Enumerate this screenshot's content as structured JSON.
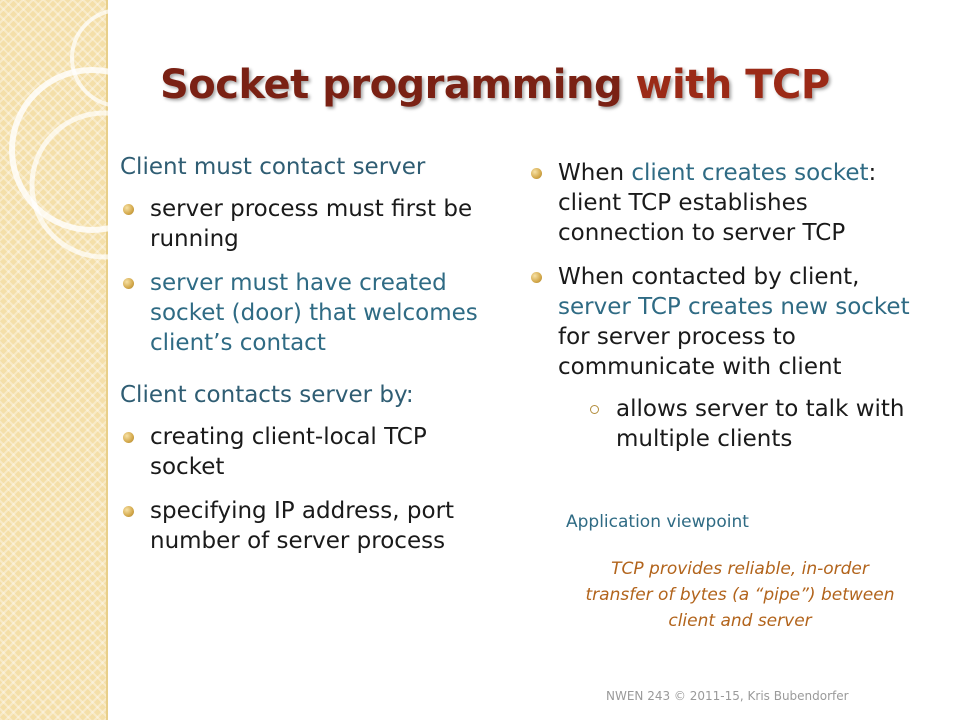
{
  "title": {
    "part1": "Socket programming ",
    "part2": "with TCP"
  },
  "left": {
    "heading1": "Client must contact server",
    "bullets1": [
      "server process must first be running",
      "server must have created socket (door) that welcomes client’s contact"
    ],
    "heading2": "Client contacts server by:",
    "bullets2": [
      "creating client-local TCP socket",
      "specifying IP address, port number of server process"
    ]
  },
  "right": {
    "b1": {
      "pre": "When ",
      "hl": "client creates socket",
      "post": ": client TCP establishes connection to server TCP"
    },
    "b2": {
      "pre": "When contacted by client, ",
      "hl": "server TCP creates new socket",
      "post": " for server process to communicate with client"
    },
    "sub1": "allows server to talk with multiple clients"
  },
  "viewpoint": {
    "label": "Application viewpoint",
    "text": "TCP provides reliable, in-order transfer of bytes (a “pipe”) between client and server"
  },
  "footer": "NWEN 243 © 2011-15, Kris Bubendorfer",
  "colors": {
    "title": "#7a2114",
    "heading": "#2f5d73",
    "highlight": "#2f6b84",
    "viewpoint_text": "#b2641c",
    "band": "#f4dfa9"
  }
}
